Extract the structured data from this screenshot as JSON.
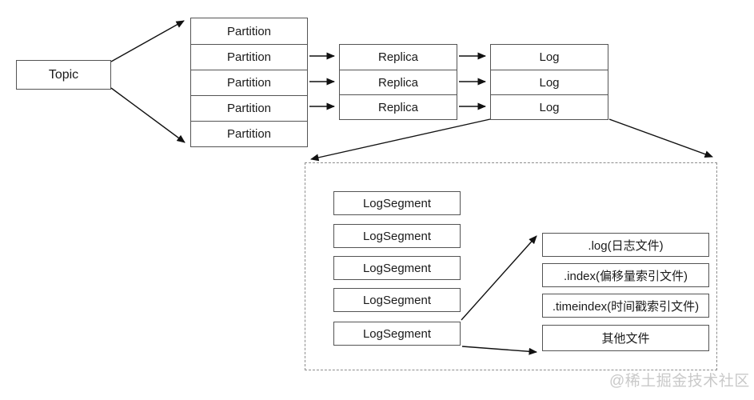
{
  "topic": {
    "label": "Topic"
  },
  "partition_stack": {
    "rows": [
      "Partition",
      "Partition",
      "Partition",
      "Partition",
      "Partition"
    ]
  },
  "replica_stack": {
    "rows": [
      "Replica",
      "Replica",
      "Replica"
    ]
  },
  "log_stack": {
    "rows": [
      "Log",
      "Log",
      "Log"
    ]
  },
  "segment_boxes": {
    "rows": [
      "LogSegment",
      "LogSegment",
      "LogSegment",
      "LogSegment",
      "LogSegment"
    ]
  },
  "file_boxes": {
    "rows": [
      ".log(日志文件)",
      ".index(偏移量索引文件)",
      ".timeindex(时间戳索引文件)",
      "其他文件"
    ]
  },
  "watermark": {
    "label": "@稀土掘金技术社区"
  },
  "colors": {
    "background": "#ffffff",
    "box_border": "#545454",
    "arrow": "#111111",
    "dashed_border": "#8c8c8c",
    "text": "#1a1a1a",
    "watermark": "#c9c9c9"
  }
}
